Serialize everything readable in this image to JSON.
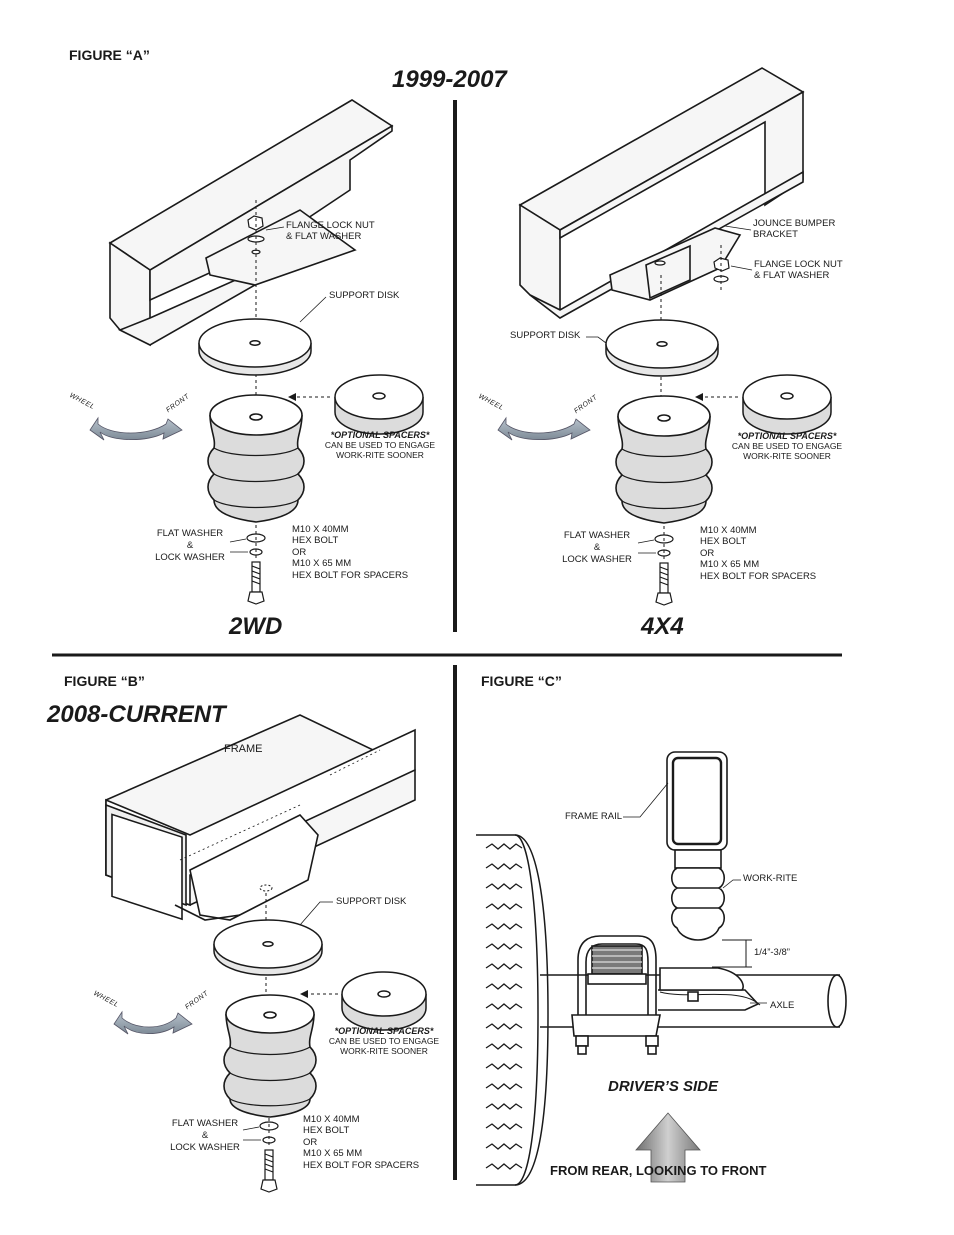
{
  "figure_a": {
    "label": "FIGURE “A”",
    "years": "1999-2007",
    "left": {
      "model": "2WD",
      "flange_nut": "FLANGE LOCK NUT\n& FLAT WASHER",
      "support_disk": "SUPPORT DISK",
      "optional_title": "*OPTIONAL SPACERS*",
      "optional_sub": "CAN BE USED TO ENGAGE\nWORK-RITE SOONER",
      "washers": "FLAT WASHER\n&\nLOCK WASHER",
      "bolt": "M10 X 40MM\nHEX BOLT\nOR\nM10 X 65 MM\nHEX BOLT FOR SPACERS",
      "wheel": "WHEEL",
      "front": "FRONT"
    },
    "right": {
      "model": "4X4",
      "jounce": "JOUNCE BUMPER\nBRACKET",
      "flange_nut": "FLANGE LOCK NUT\n& FLAT WASHER",
      "support_disk": "SUPPORT DISK",
      "optional_title": "*OPTIONAL SPACERS*",
      "optional_sub": "CAN BE USED TO ENGAGE\nWORK-RITE SOONER",
      "washers": "FLAT WASHER\n&\nLOCK WASHER",
      "bolt": "M10 X 40MM\nHEX BOLT\nOR\nM10 X 65 MM\nHEX BOLT FOR SPACERS",
      "wheel": "WHEEL",
      "front": "FRONT"
    }
  },
  "figure_b": {
    "label": "FIGURE “B”",
    "years": "2008-CURRENT",
    "frame": "FRAME",
    "support_disk": "SUPPORT DISK",
    "optional_title": "*OPTIONAL SPACERS*",
    "optional_sub": "CAN BE USED TO ENGAGE\nWORK-RITE SOONER",
    "washers": "FLAT WASHER\n&\nLOCK WASHER",
    "bolt": "M10 X 40MM\nHEX BOLT\nOR\nM10 X 65 MM\nHEX BOLT FOR SPACERS",
    "wheel": "WHEEL",
    "front": "FRONT"
  },
  "figure_c": {
    "label": "FIGURE “C”",
    "frame_rail": "FRAME RAIL",
    "work_rite": "WORK-RITE",
    "gap": "1/4”-3/8”",
    "axle": "AXLE",
    "drivers_side": "DRIVER’S SIDE",
    "view": "FROM REAR, LOOKING TO FRONT"
  },
  "colors": {
    "ink": "#1a1a1a",
    "arrow": "#8e9aa5",
    "frame_fill": "#f6f6f6"
  }
}
